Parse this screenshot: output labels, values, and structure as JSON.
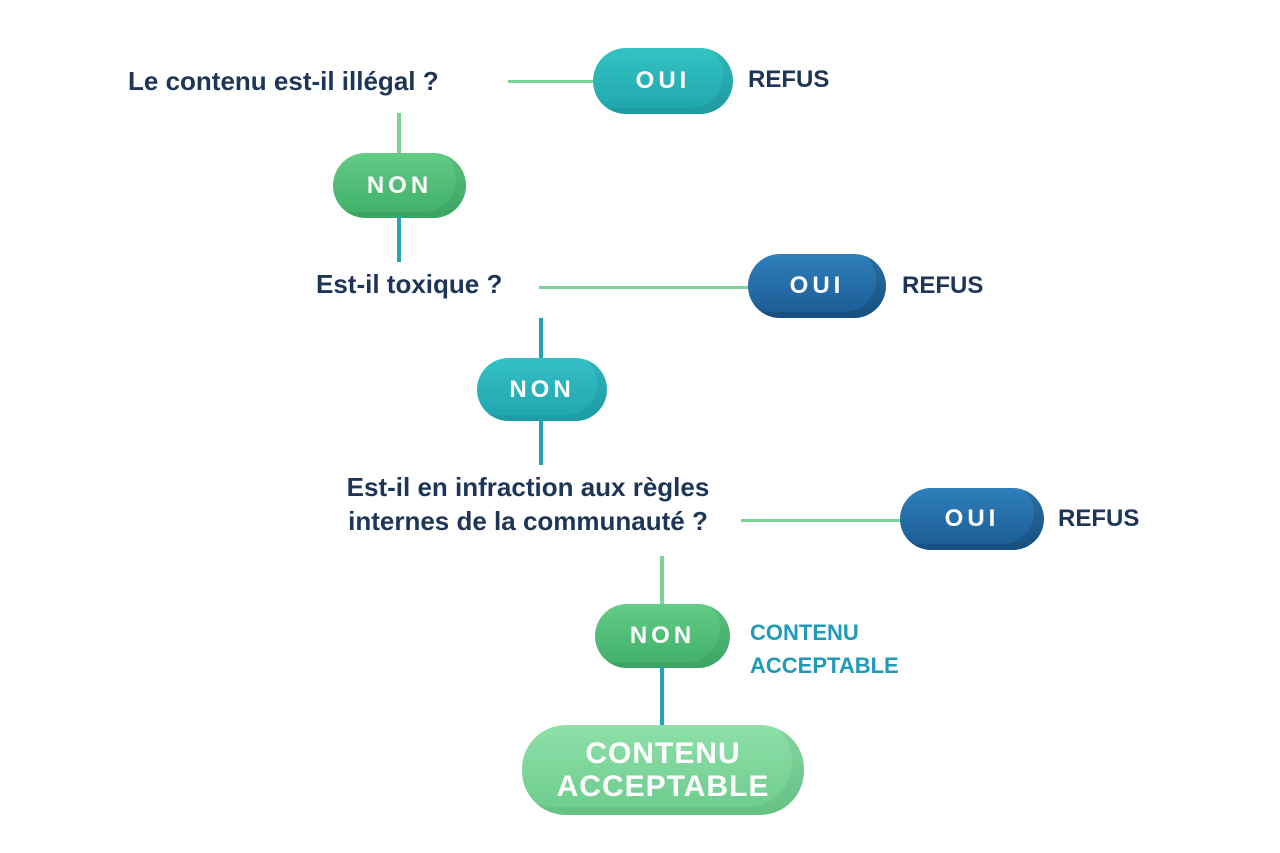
{
  "colors": {
    "text_dark": "#1d3557",
    "teal": "#1fa5ab",
    "dark_blue": "#1b5a93",
    "green": "#3fae69",
    "light_green": "#6ccb8c",
    "line_green": "#7bd39a",
    "line_teal": "#22a6b0"
  },
  "steps": [
    {
      "question": "Le contenu est-il illégal ?",
      "yes_label": "OUI",
      "yes_result": "REFUS",
      "no_label": "NON"
    },
    {
      "question": "Est-il toxique ?",
      "yes_label": "OUI",
      "yes_result": "REFUS",
      "no_label": "NON"
    },
    {
      "question_line1": "Est-il en infraction aux règles",
      "question_line2": "internes de la communauté  ?",
      "yes_label": "OUI",
      "yes_result": "REFUS",
      "no_label": "NON",
      "no_result_line1": "CONTENU",
      "no_result_line2": "ACCEPTABLE"
    }
  ],
  "final": {
    "line1": "CONTENU",
    "line2": "ACCEPTABLE"
  }
}
